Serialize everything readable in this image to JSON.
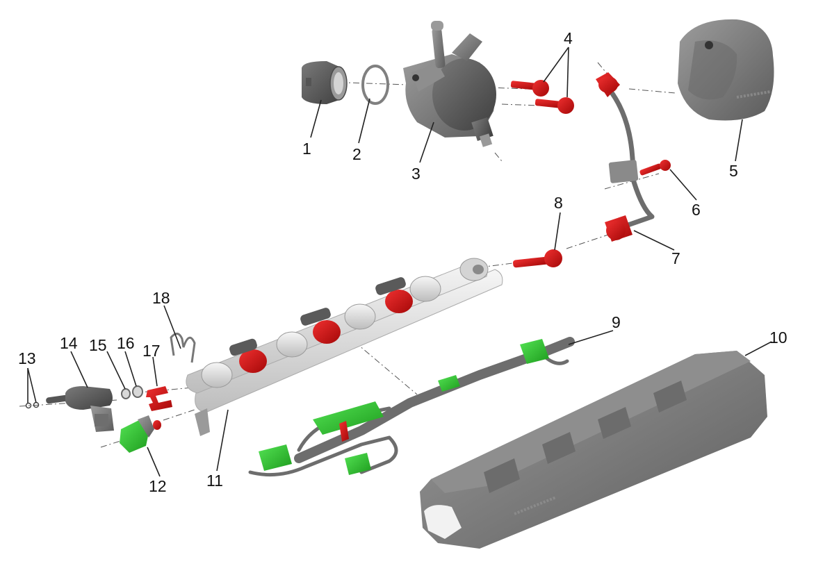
{
  "diagram": {
    "callouts": [
      {
        "id": "1",
        "label": "1"
      },
      {
        "id": "2",
        "label": "2"
      },
      {
        "id": "3",
        "label": "3"
      },
      {
        "id": "4",
        "label": "4"
      },
      {
        "id": "5",
        "label": "5"
      },
      {
        "id": "6",
        "label": "6"
      },
      {
        "id": "7",
        "label": "7"
      },
      {
        "id": "8",
        "label": "8"
      },
      {
        "id": "9",
        "label": "9"
      },
      {
        "id": "10",
        "label": "10"
      },
      {
        "id": "11",
        "label": "11"
      },
      {
        "id": "12",
        "label": "12"
      },
      {
        "id": "13",
        "label": "13"
      },
      {
        "id": "14",
        "label": "14"
      },
      {
        "id": "15",
        "label": "15"
      },
      {
        "id": "16",
        "label": "16"
      },
      {
        "id": "17",
        "label": "17"
      },
      {
        "id": "18",
        "label": "18"
      }
    ]
  },
  "colors": {
    "body_dark": "#5a5a5a",
    "body_mid": "#808080",
    "body_light": "#a6a6a6",
    "rail_white": "#e2e2e2",
    "fastener_red": "#d01818",
    "connector_green": "#2ec82e"
  }
}
